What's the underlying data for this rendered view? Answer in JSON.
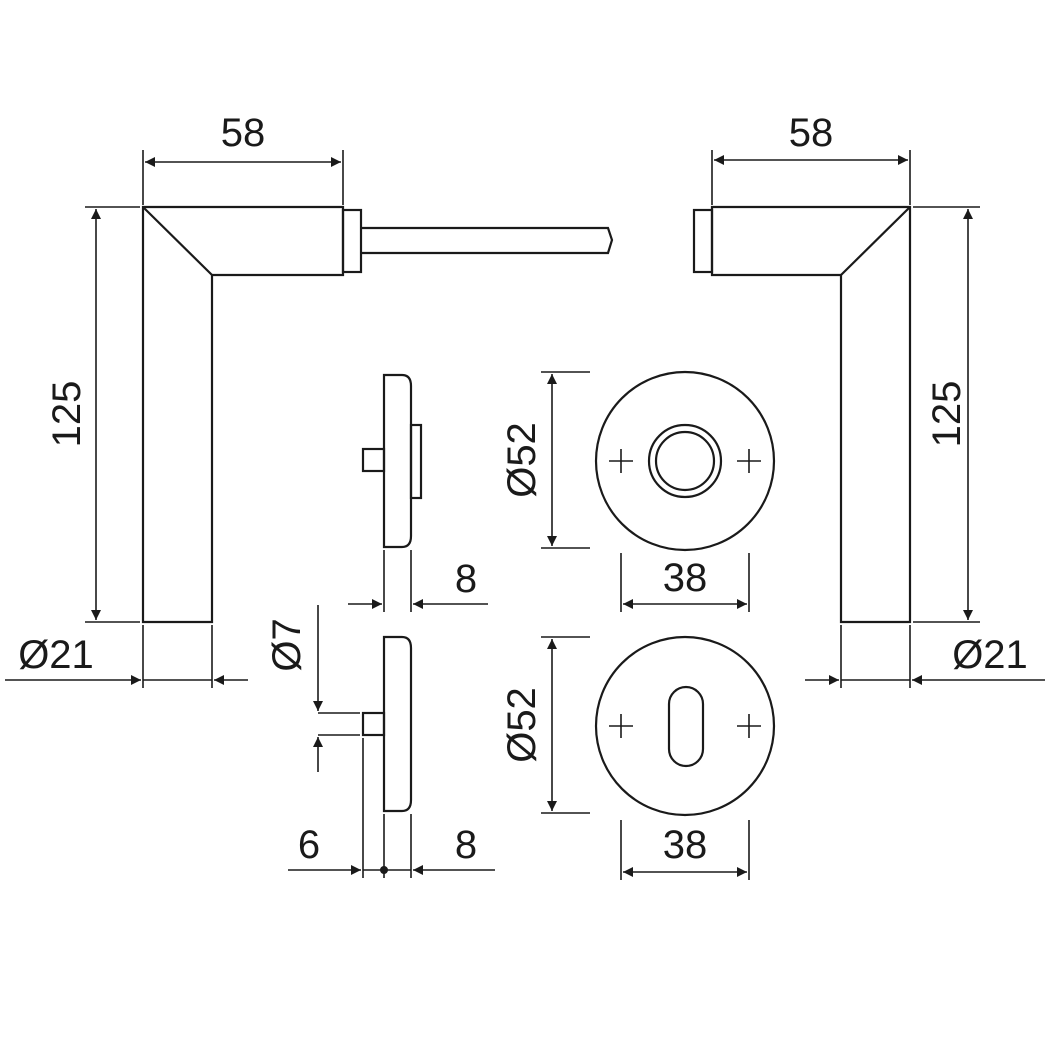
{
  "dimensions": {
    "left_handle_width": "58",
    "left_handle_height": "125",
    "left_handle_diameter": "Ø21",
    "right_handle_width": "58",
    "right_handle_height": "125",
    "right_handle_diameter": "Ø21",
    "rose_side_thickness": "8",
    "escutcheon_side_thickness": "8",
    "escutcheon_side_spindle": "6",
    "escutcheon_side_pin": "Ø7",
    "rose_diameter": "Ø52",
    "rose_hole_spacing": "38",
    "escutcheon_diameter": "Ø52",
    "escutcheon_hole_spacing": "38"
  },
  "colors": {
    "line": "#1a1a1a",
    "background": "#ffffff"
  }
}
